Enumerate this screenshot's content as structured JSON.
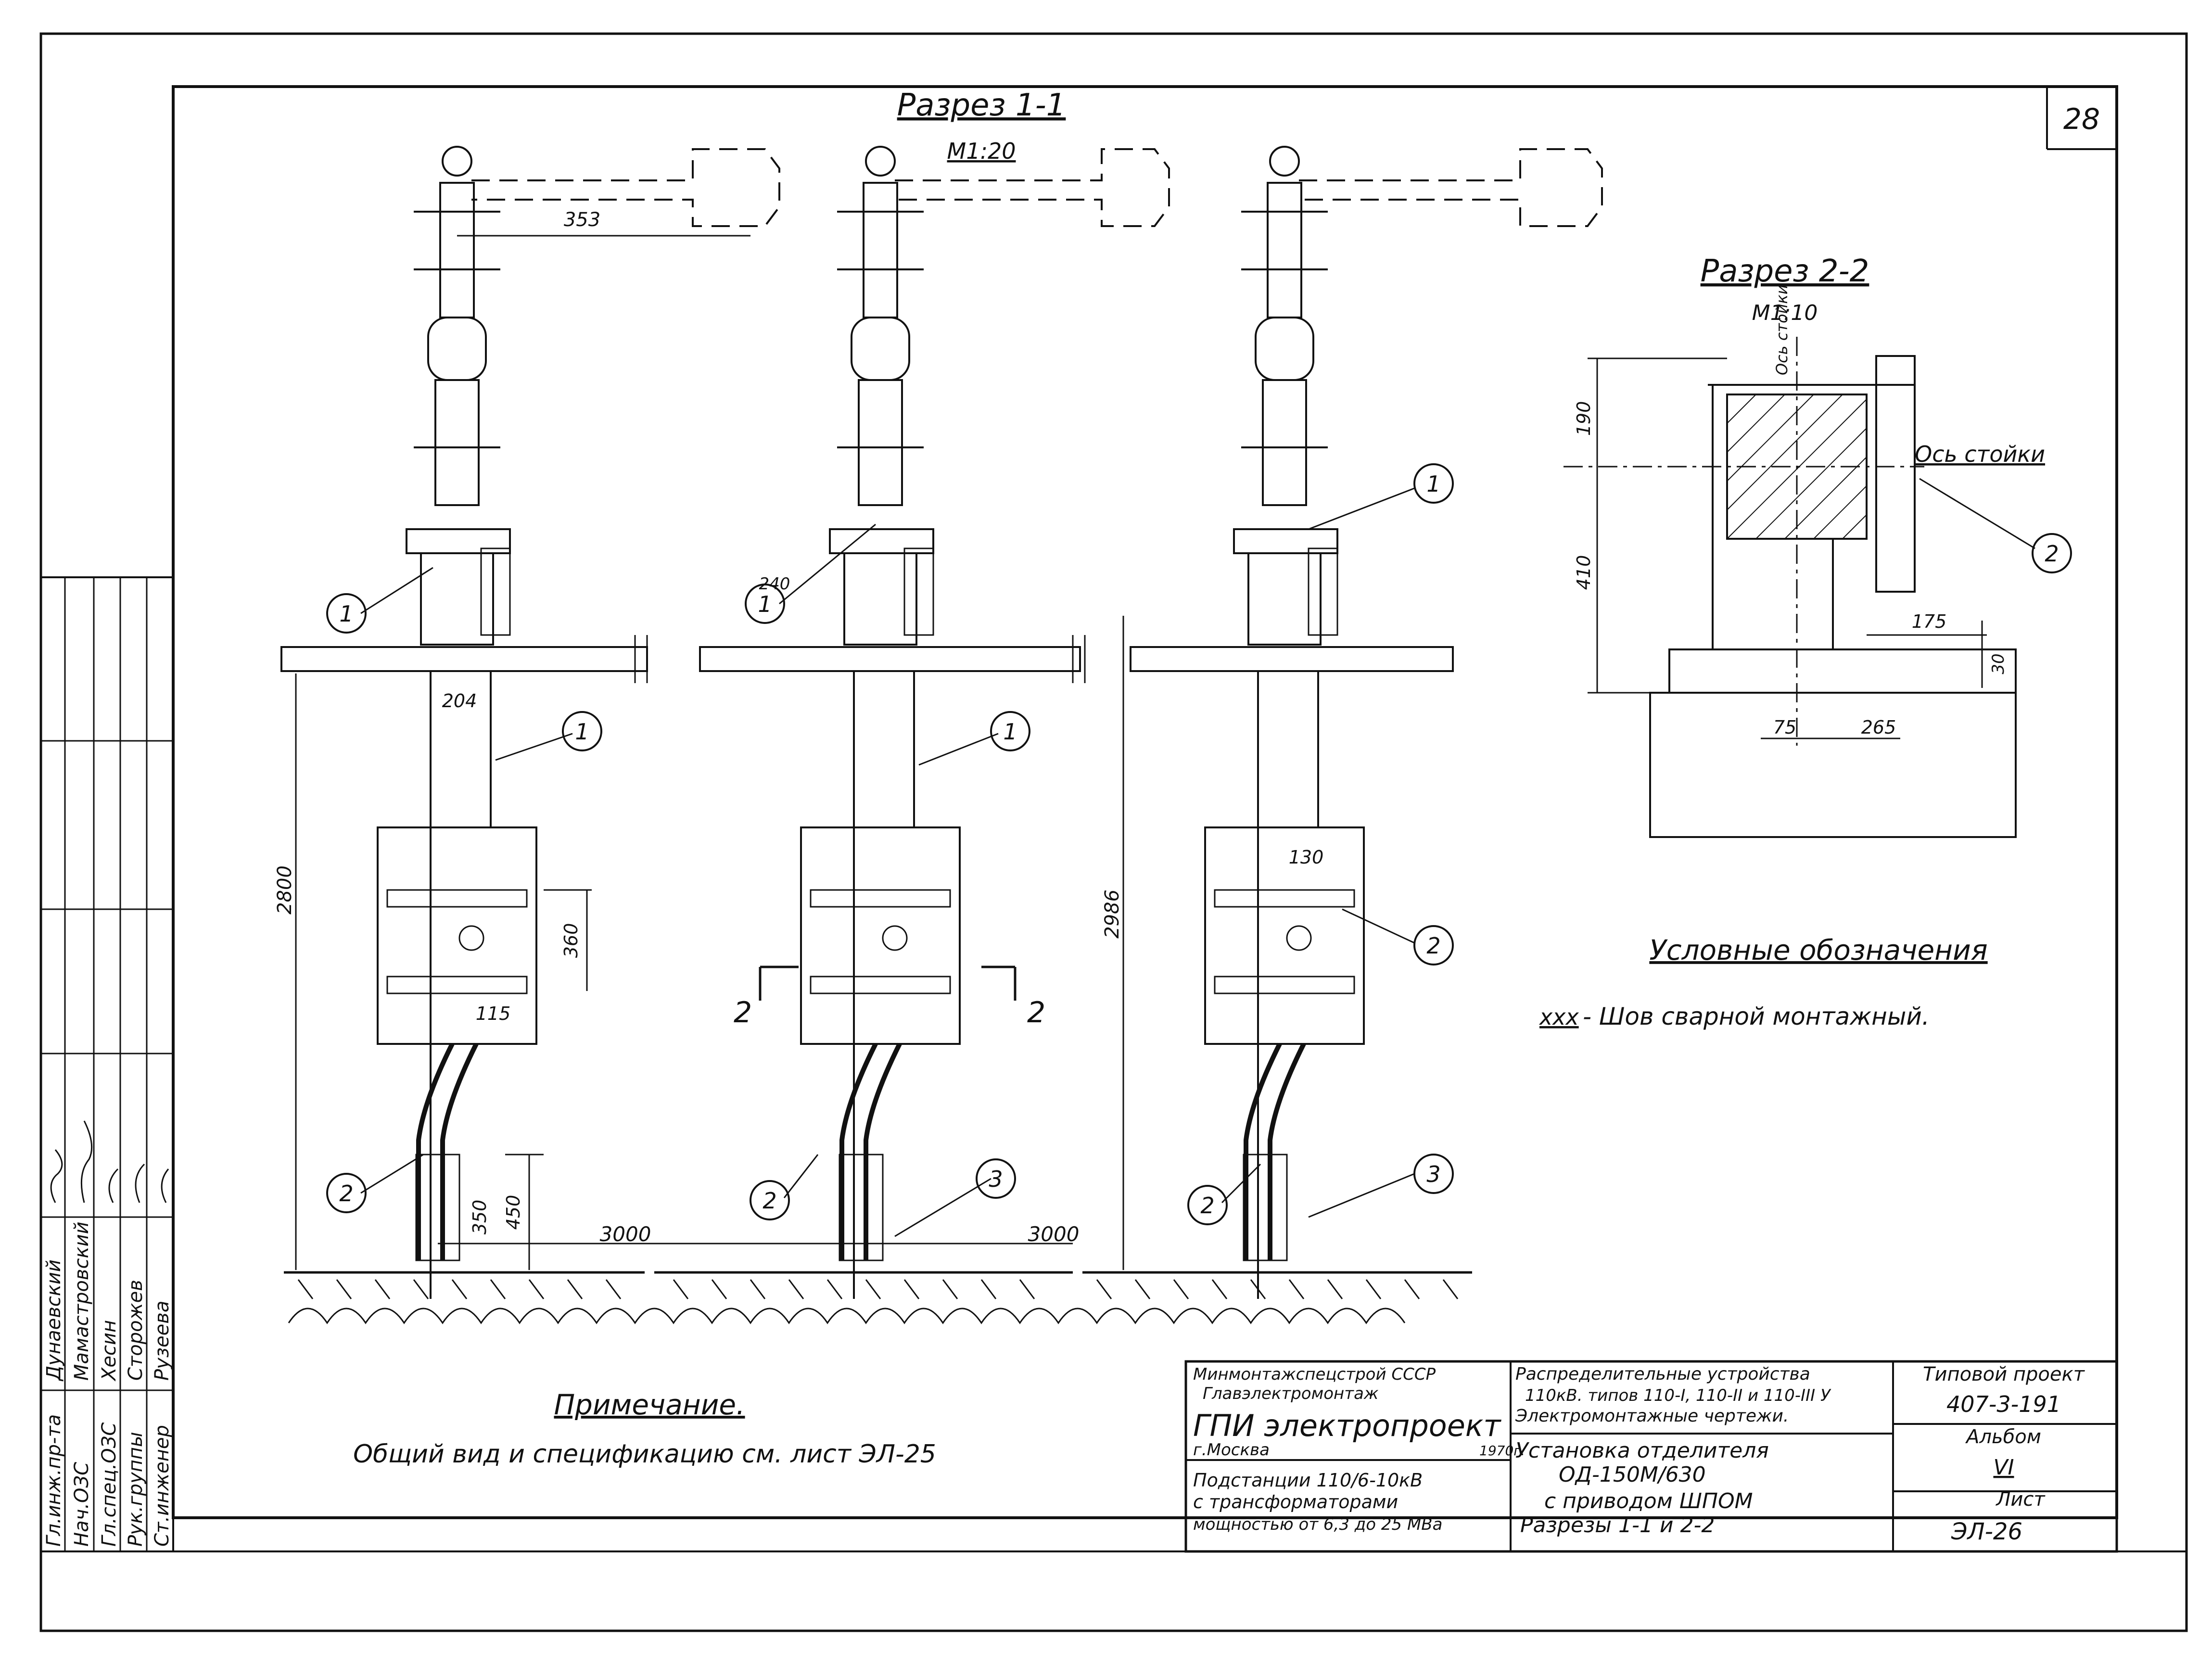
{
  "sheet_number": "28",
  "section_1": {
    "title": "Разрез 1-1",
    "scale": "М1:20",
    "dims": {
      "terminal": "353",
      "height_left": "2800",
      "height_right": "2986",
      "offset_204": "204",
      "offset_240": "240",
      "box_height": "360",
      "box_offset": "115",
      "dim_130": "130",
      "dim_350": "350",
      "dim_450": "450",
      "span_1": "3000",
      "span_2": "3000"
    },
    "cut_marks": [
      "2",
      "2"
    ],
    "callouts": [
      "1",
      "1",
      "1",
      "1",
      "1",
      "2",
      "2",
      "2",
      "2",
      "3",
      "3"
    ]
  },
  "section_2": {
    "title": "Разрез 2-2",
    "scale": "М1:10",
    "axis_label": "Ось стойки",
    "axis_label_vertical": "Ось стойки",
    "callout": "2",
    "dims": {
      "d190": "190",
      "d410": "410",
      "d175": "175",
      "d30": "30",
      "d75": "75",
      "d265": "265"
    }
  },
  "legend": {
    "title": "Условные обозначения",
    "symbol": "xxx",
    "text": "- Шов сварной монтажный."
  },
  "note": {
    "title": "Примечание.",
    "text": "Общий вид и спецификацию см. лист ЭЛ-25"
  },
  "signatures": [
    {
      "role": "Гл.инж.пр-та",
      "name": "Дунаевский"
    },
    {
      "role": "Нач.ОЗС",
      "name": "Мамастровский"
    },
    {
      "role": "Гл.спец.ОЗС",
      "name": "Хесин"
    },
    {
      "role": "Рук.группы",
      "name": "Сторожев"
    },
    {
      "role": "Ст.инженер",
      "name": "Рузеева"
    }
  ],
  "title_block": {
    "ministry": "Минмонтажспецстрой СССР",
    "trust": "Главэлектромонтаж",
    "institute": "ГПИ электропроект",
    "city": "г.Москва",
    "year": "1970г.",
    "object_1": "Подстанции 110/6-10кВ",
    "object_2": "с трансформаторами",
    "object_3": "мощностью от 6,3 до 25 МВа",
    "subject_1": "Распределительные устройства",
    "subject_2": "110кВ. типов 110-I, 110-II и 110-III У",
    "subject_3": "Электромонтажные чертежи.",
    "drawing_1": "Установка отделителя",
    "drawing_2": "ОД-150М/630",
    "drawing_3": "с приводом ШПОМ",
    "drawing_4": "Разрезы 1-1 и 2-2",
    "project_label": "Типовой проект",
    "project_number": "407-3-191",
    "album_label": "Альбом",
    "album_number": "VI",
    "sheet_label": "Лист",
    "sheet_code": "ЭЛ-26"
  }
}
